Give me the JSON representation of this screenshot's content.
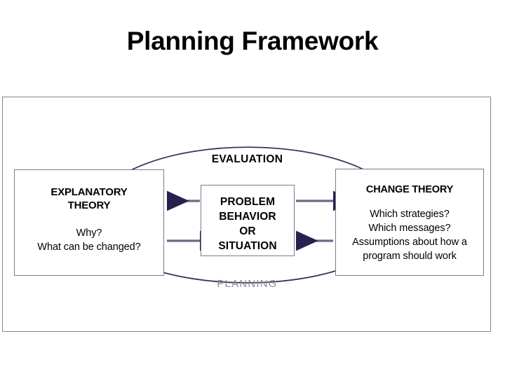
{
  "page": {
    "title": "Planning Framework"
  },
  "diagram": {
    "type": "cycle-flow-diagram",
    "frame_border_color": "#83838f",
    "arrow_line_color": "#6b6b85",
    "arrow_head_color": "#2a2050",
    "boxes": [
      {
        "id": "explanatory-theory",
        "heading": "EXPLANATORY\nTHEORY",
        "body": "Why?\nWhat can be changed?"
      },
      {
        "id": "problem-behavior-situation",
        "lines": [
          "PROBLEM",
          "BEHAVIOR",
          "OR",
          "SITUATION"
        ]
      },
      {
        "id": "change-theory",
        "heading": "CHANGE THEORY",
        "body": "Which strategies?\nWhich messages?\nAssumptions about how a\nprogram should work"
      }
    ],
    "cycle_labels": {
      "top": "EVALUATION",
      "bottom": "PLANNING"
    },
    "connectors": [
      {
        "id": "center-to-left-upper",
        "direction": "left"
      },
      {
        "id": "left-to-center-lower",
        "direction": "right"
      },
      {
        "id": "center-to-right-upper",
        "direction": "right"
      },
      {
        "id": "right-to-center-lower",
        "direction": "left"
      },
      {
        "id": "evaluation-arc",
        "direction": "both-outward",
        "label": "EVALUATION"
      },
      {
        "id": "planning-arc",
        "direction": "both-outward",
        "label": "PLANNING"
      }
    ]
  }
}
